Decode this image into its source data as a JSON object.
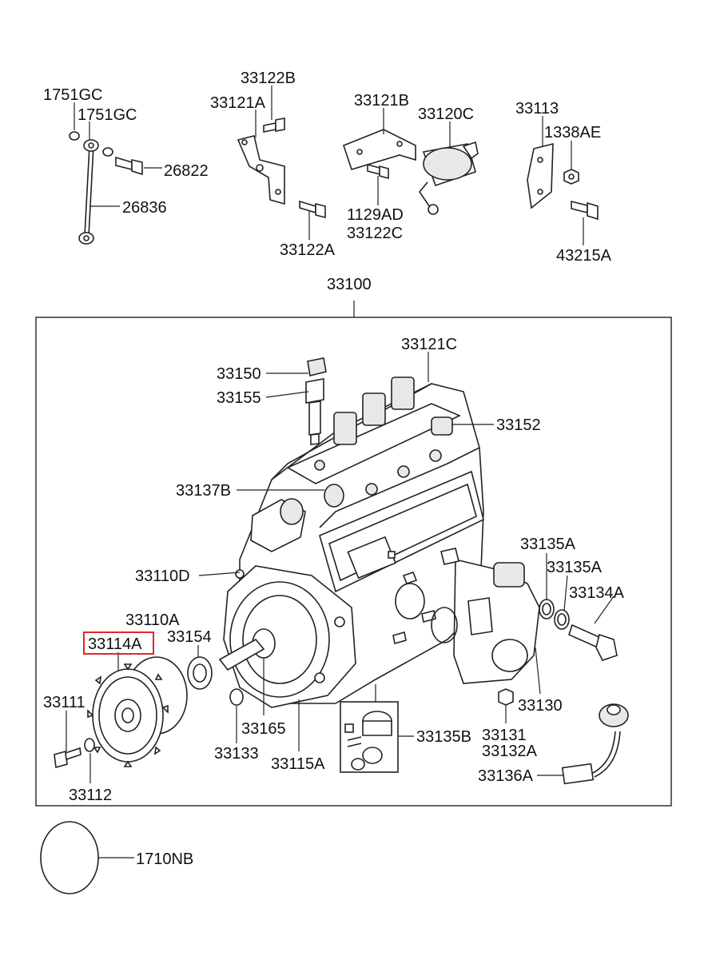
{
  "diagram": {
    "labels": {
      "p1751GC_a": "1751GC",
      "p1751GC_b": "1751GC",
      "p26822": "26822",
      "p26836": "26836",
      "p33122B": "33122B",
      "p33121A": "33121A",
      "p33122A": "33122A",
      "p33121B": "33121B",
      "p33120C": "33120C",
      "p1129AD": "1129AD",
      "p33122C": "33122C",
      "p33113": "33113",
      "p1338AE": "1338AE",
      "p43215A": "43215A",
      "p33100": "33100",
      "p33121C": "33121C",
      "p33150": "33150",
      "p33155": "33155",
      "p33152": "33152",
      "p33137B": "33137B",
      "p33110D": "33110D",
      "p33135A_a": "33135A",
      "p33135A_b": "33135A",
      "p33134A": "33134A",
      "p33110A": "33110A",
      "p33114A": "33114A",
      "p33154": "33154",
      "p33111": "33111",
      "p33112": "33112",
      "p33133": "33133",
      "p33165": "33165",
      "p33115A": "33115A",
      "p33135B": "33135B",
      "p33130": "33130",
      "p33131": "33131",
      "p33132A": "33132A",
      "p33136A": "33136A",
      "p1710NB": "1710NB"
    },
    "highlight_color": "#e0262b",
    "line_color": "#222222"
  }
}
